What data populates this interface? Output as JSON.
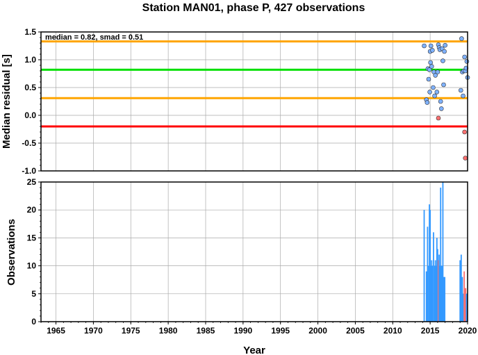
{
  "chart_data": [
    {
      "type": "scatter",
      "title": "Station MAN01, phase P, 427 observations",
      "ylabel": "Median residual [s]",
      "annotation": "median = 0.82, smad = 0.51",
      "xlim": [
        1963,
        2020
      ],
      "ylim": [
        -1.0,
        1.5
      ],
      "yticks": [
        "1.5",
        "1.0",
        "0.5",
        "0.0",
        "-0.5",
        "-1.0"
      ],
      "grid": true,
      "reference_lines": [
        {
          "value": 1.33,
          "color": "#ffa500"
        },
        {
          "value": 0.82,
          "color": "#00e000"
        },
        {
          "value": 0.31,
          "color": "#ffa500"
        },
        {
          "value": -0.2,
          "color": "#ff0000"
        }
      ],
      "series": [
        {
          "color": "#7fb2ff",
          "points": [
            [
              2014.2,
              1.25
            ],
            [
              2014.5,
              0.28
            ],
            [
              2014.6,
              0.23
            ],
            [
              2014.7,
              0.84
            ],
            [
              2014.8,
              0.65
            ],
            [
              2014.9,
              0.82
            ],
            [
              2014.95,
              0.42
            ],
            [
              2015.0,
              1.15
            ],
            [
              2015.05,
              0.95
            ],
            [
              2015.1,
              1.25
            ],
            [
              2015.2,
              0.88
            ],
            [
              2015.3,
              1.17
            ],
            [
              2015.4,
              0.5
            ],
            [
              2015.5,
              0.78
            ],
            [
              2015.6,
              0.35
            ],
            [
              2015.7,
              0.72
            ],
            [
              2015.9,
              0.42
            ],
            [
              2016.0,
              0.78
            ],
            [
              2016.1,
              1.27
            ],
            [
              2016.2,
              1.22
            ],
            [
              2016.3,
              1.18
            ],
            [
              2016.4,
              0.25
            ],
            [
              2016.5,
              0.12
            ],
            [
              2016.6,
              1.2
            ],
            [
              2016.7,
              0.98
            ],
            [
              2016.8,
              0.55
            ],
            [
              2016.9,
              1.15
            ],
            [
              2017.0,
              1.26
            ],
            [
              2019.1,
              0.45
            ],
            [
              2019.2,
              1.38
            ],
            [
              2019.3,
              0.78
            ],
            [
              2019.4,
              0.35
            ],
            [
              2019.5,
              0.8
            ],
            [
              2019.6,
              1.05
            ],
            [
              2019.7,
              0.8
            ],
            [
              2019.8,
              0.85
            ],
            [
              2019.9,
              0.97
            ],
            [
              2020.0,
              0.68
            ]
          ]
        },
        {
          "color": "#ff7070",
          "points": [
            [
              2016.1,
              -0.05
            ],
            [
              2019.6,
              -0.3
            ],
            [
              2019.7,
              -0.77
            ]
          ]
        }
      ]
    },
    {
      "type": "bar",
      "xlabel": "Year",
      "ylabel": "Observations",
      "xlim": [
        1963,
        2020
      ],
      "ylim": [
        0,
        25
      ],
      "xticks": [
        "1965",
        "1970",
        "1975",
        "1980",
        "1985",
        "1990",
        "1995",
        "2000",
        "2005",
        "2010",
        "2015",
        "2020"
      ],
      "yticks": [
        "25",
        "20",
        "15",
        "10",
        "5",
        "0"
      ],
      "grid": true,
      "bars": [
        {
          "x": 2014.2,
          "value": 20,
          "color": "#3399ff"
        },
        {
          "x": 2014.5,
          "value": 9,
          "color": "#3399ff"
        },
        {
          "x": 2014.65,
          "value": 17,
          "color": "#3399ff"
        },
        {
          "x": 2014.8,
          "value": 10,
          "color": "#3399ff"
        },
        {
          "x": 2014.9,
          "value": 21,
          "color": "#3399ff"
        },
        {
          "x": 2015.0,
          "value": 20,
          "color": "#3399ff"
        },
        {
          "x": 2015.1,
          "value": 10,
          "color": "#3399ff"
        },
        {
          "x": 2015.2,
          "value": 11,
          "color": "#3399ff"
        },
        {
          "x": 2015.3,
          "value": 10,
          "color": "#3399ff"
        },
        {
          "x": 2015.45,
          "value": 16,
          "color": "#3399ff"
        },
        {
          "x": 2015.6,
          "value": 10,
          "color": "#3399ff"
        },
        {
          "x": 2015.7,
          "value": 11,
          "color": "#3399ff"
        },
        {
          "x": 2015.8,
          "value": 10,
          "color": "#3399ff"
        },
        {
          "x": 2015.9,
          "value": 15,
          "color": "#3399ff"
        },
        {
          "x": 2016.0,
          "value": 13,
          "color": "#3399ff"
        },
        {
          "x": 2016.1,
          "value": 11,
          "color": "#ff7070"
        },
        {
          "x": 2016.2,
          "value": 12,
          "color": "#3399ff"
        },
        {
          "x": 2016.3,
          "value": 10,
          "color": "#3399ff"
        },
        {
          "x": 2016.4,
          "value": 24,
          "color": "#3399ff"
        },
        {
          "x": 2016.5,
          "value": 10,
          "color": "#3399ff"
        },
        {
          "x": 2016.6,
          "value": 10,
          "color": "#3399ff"
        },
        {
          "x": 2016.7,
          "value": 25,
          "color": "#3399ff"
        },
        {
          "x": 2016.8,
          "value": 8,
          "color": "#3399ff"
        },
        {
          "x": 2016.95,
          "value": 8,
          "color": "#3399ff"
        },
        {
          "x": 2019.0,
          "value": 11,
          "color": "#3399ff"
        },
        {
          "x": 2019.15,
          "value": 12,
          "color": "#3399ff"
        },
        {
          "x": 2019.3,
          "value": 8,
          "color": "#3399ff"
        },
        {
          "x": 2019.45,
          "value": 5,
          "color": "#3399ff"
        },
        {
          "x": 2019.55,
          "value": 9,
          "color": "#ff7070"
        },
        {
          "x": 2019.65,
          "value": 6,
          "color": "#ff7070"
        },
        {
          "x": 2019.75,
          "value": 6,
          "color": "#ff7070"
        },
        {
          "x": 2019.85,
          "value": 5,
          "color": "#3399ff"
        },
        {
          "x": 2019.95,
          "value": 5,
          "color": "#3399ff"
        }
      ]
    }
  ]
}
